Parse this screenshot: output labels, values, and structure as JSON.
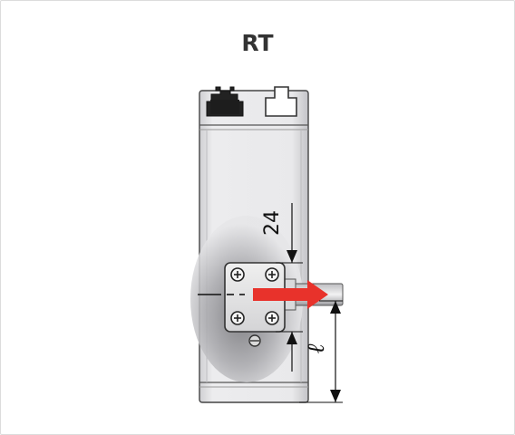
{
  "title": "RT",
  "dimensions": {
    "top_offset": "24",
    "length_symbol": "ℓ"
  },
  "colors": {
    "arrow": "#e8322b",
    "body_light": "#e2e2e4",
    "body_dark": "#7e7e82",
    "outline": "#333333",
    "dimension_line": "#111111"
  },
  "icons": {
    "connector_filled": "dark-connector-icon",
    "connector_outline": "outline-connector-icon",
    "screw": "phillips-screw-icon"
  }
}
